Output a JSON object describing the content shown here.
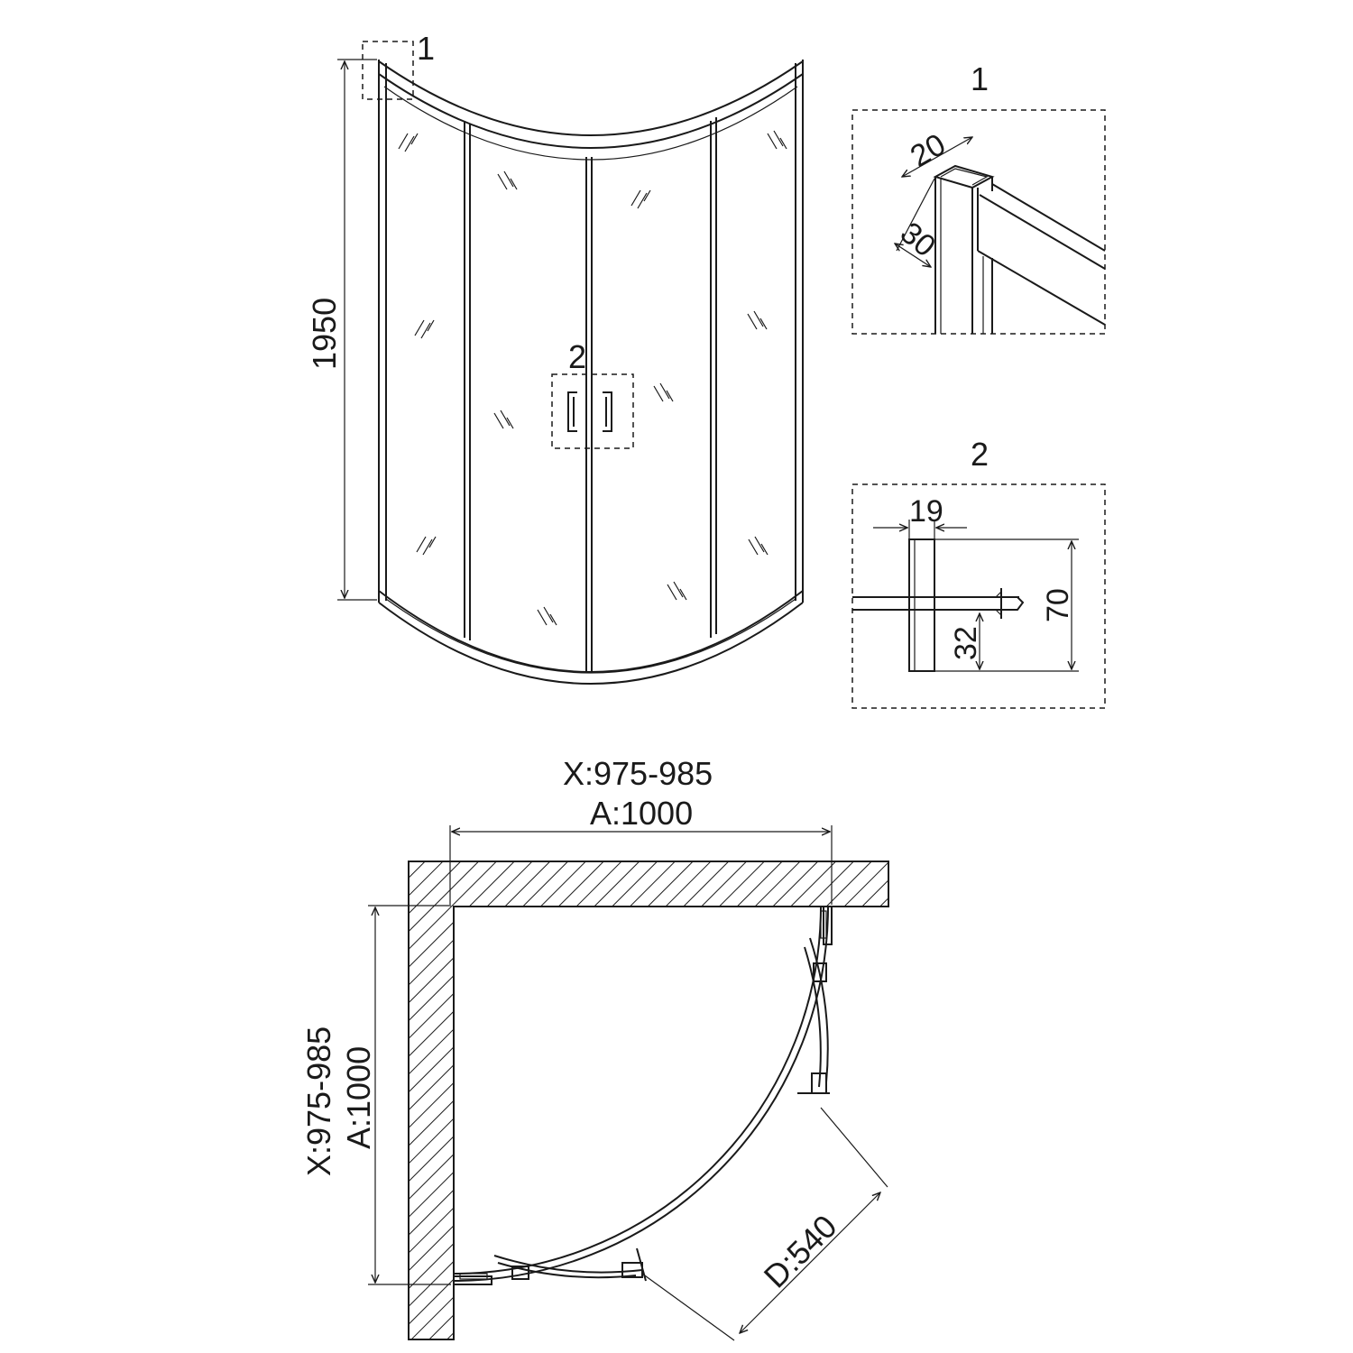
{
  "front_view": {
    "height_label": "1950",
    "callout_1": "1",
    "callout_2": "2"
  },
  "detail_1": {
    "title": "1",
    "width_label": "20",
    "depth_label": "30"
  },
  "detail_2": {
    "title": "2",
    "width_label": "19",
    "height_label": "70",
    "offset_label": "32"
  },
  "plan_view": {
    "top_range_label": "X:975-985",
    "top_size_label": "A:1000",
    "side_range_label": "X:975-985",
    "side_size_label": "A:1000",
    "door_label": "D:540"
  }
}
